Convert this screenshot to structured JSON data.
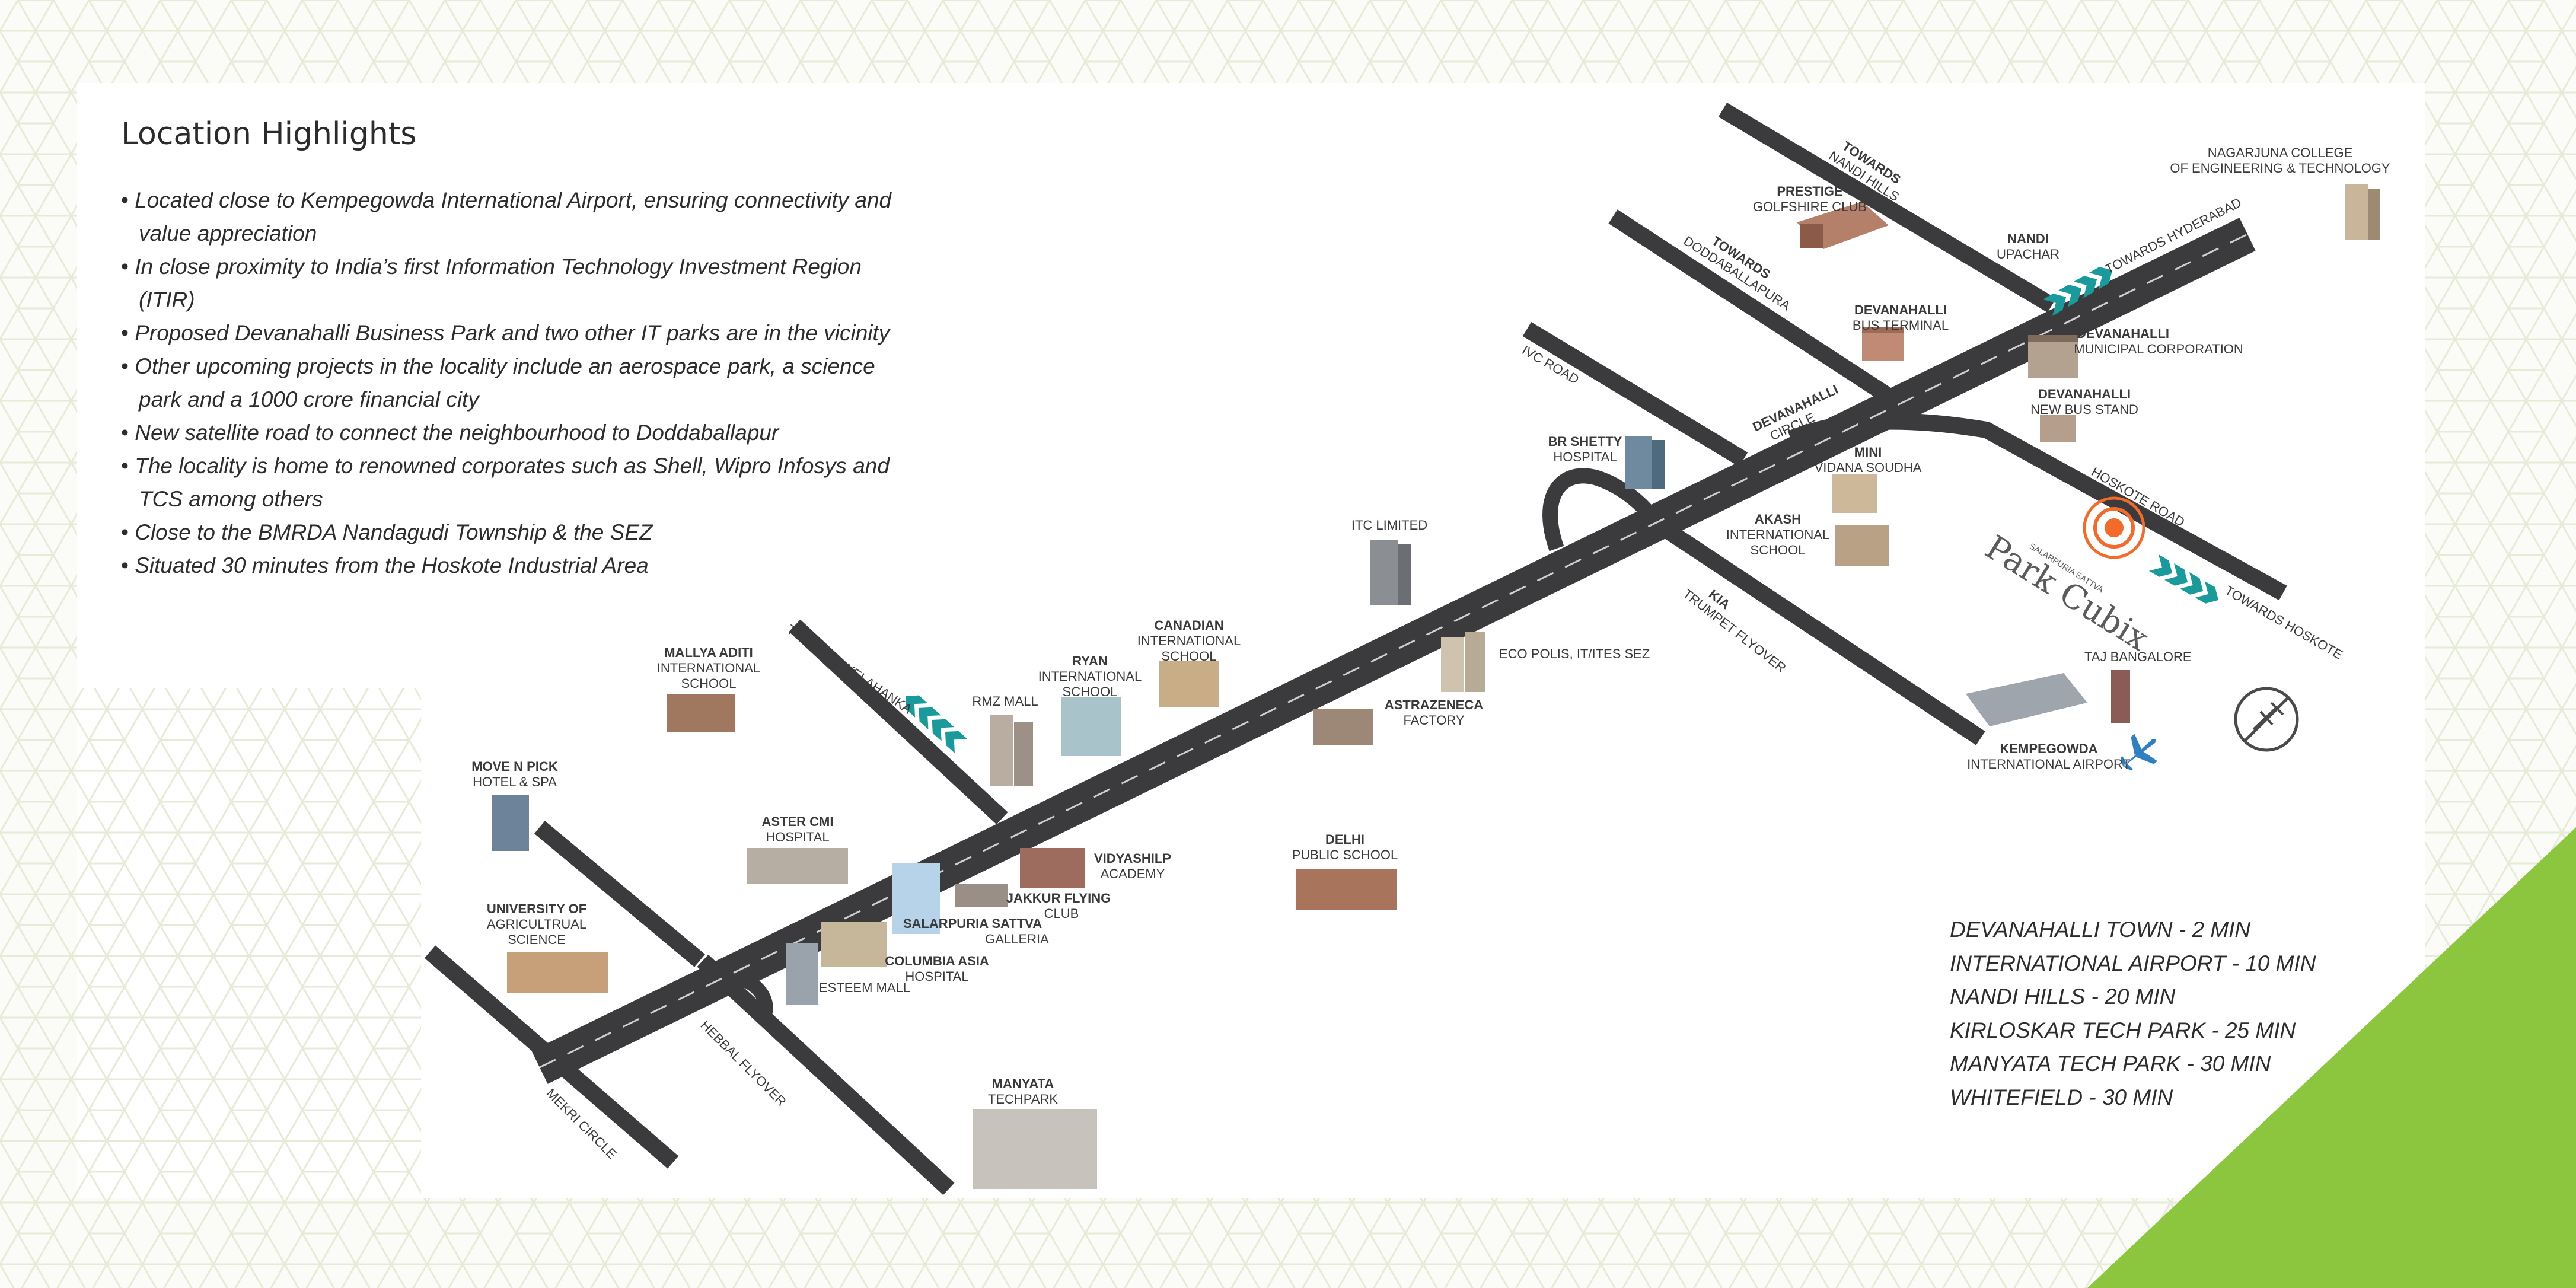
{
  "title": "Location Highlights",
  "highlights": [
    "Located close to Kempegowda International Airport, ensuring connectivity and value appreciation",
    "In close proximity to India’s first Information Technology Investment Region (ITIR)",
    "Proposed Devanahalli Business Park and two other IT parks are in the vicinity",
    "Other upcoming projects in the locality include an aerospace park, a science park and a 1000 crore financial city",
    "New satellite road to connect the neighbourhood to Doddaballapur",
    "The locality is home to renowned corporates such as Shell, Wipro Infosys and TCS among others",
    "Close to the BMRDA Nandagudi Township & the SEZ",
    "Situated 30 minutes from the Hoskote Industrial Area"
  ],
  "travel_times": [
    "DEVANAHALLI TOWN - 2 MIN",
    "INTERNATIONAL AIRPORT - 10 MIN",
    "NANDI HILLS - 20 MIN",
    "KIRLOSKAR TECH PARK - 25 MIN",
    "MANYATA TECH PARK - 30 MIN",
    "WHITEFIELD - 30 MIN"
  ],
  "project": {
    "name": "Park Cubix",
    "developer": "SALARPURIA SATTVA"
  },
  "colors": {
    "road": "#3b3a3c",
    "accent_green": "#8cc63f",
    "arrow_teal": "#1a9a9a",
    "marker_orange": "#f26b2a",
    "airplane_blue": "#2f7fc1",
    "pattern": "#e6ebd8"
  },
  "icons": [
    "airplane-icon",
    "location-marker-icon",
    "no-flying-icon",
    "direction-arrows-icon"
  ],
  "map_labels": {
    "towards_nandi_1": "TOWARDS",
    "towards_nandi_2": "NANDI HILLS",
    "prestige_1": "PRESTIGE",
    "prestige_2": "GOLFSHIRE CLUB",
    "nagarjuna_1": "NAGARJUNA COLLEGE",
    "nagarjuna_2": "OF ENGINEERING & TECHNOLOGY",
    "nandi_upachar_1": "NANDI",
    "nandi_upachar_2": "UPACHAR",
    "towards_hyderabad": "TOWARDS HYDERABAD",
    "towards_dodda_1": "TOWARDS",
    "towards_dodda_2": "DODDABALLAPURA",
    "dev_bus_terminal_1": "DEVANAHALLI",
    "dev_bus_terminal_2": "BUS TERMINAL",
    "dev_municipal_1": "DEVANAHALLI",
    "dev_municipal_2": "MUNICIPAL CORPORATION",
    "ivc_road": "IVC ROAD",
    "dev_circle_1": "DEVANAHALLI",
    "dev_circle_2": "CIRCLE",
    "dev_bus_stand_1": "DEVANAHALLI",
    "dev_bus_stand_2": "NEW BUS STAND",
    "br_shetty_1": "BR SHETTY",
    "br_shetty_2": "HOSPITAL",
    "mini_vidana_1": "MINI",
    "mini_vidana_2": "VIDANA SOUDHA",
    "hoskote_road": "HOSKOTE ROAD",
    "itc": "ITC LIMITED",
    "akash_1": "AKASH",
    "akash_2": "INTERNATIONAL",
    "akash_3": "SCHOOL",
    "kia_1": "KIA",
    "kia_2": "TRUMPET FLYOVER",
    "towards_hoskote": "TOWARDS HOSKOTE",
    "canadian_1": "CANADIAN",
    "canadian_2": "INTERNATIONAL",
    "canadian_3": "SCHOOL",
    "eco_polis": "ECO POLIS, IT/ITES SEZ",
    "taj": "TAJ BANGALORE",
    "mallya_1": "MALLYA ADITI",
    "mallya_2": "INTERNATIONAL",
    "mallya_3": "SCHOOL",
    "towards_yelahanka": "TOWARDS YELAHANKA",
    "ryan_1": "RYAN",
    "ryan_2": "INTERNATIONAL",
    "ryan_3": "SCHOOL",
    "rmz": "RMZ MALL",
    "astrazeneca_1": "ASTRAZENECA",
    "astrazeneca_2": "FACTORY",
    "kempegowda_1": "KEMPEGOWDA",
    "kempegowda_2": "INTERNATIONAL AIRPORT",
    "move_n_pick_1": "MOVE N PICK",
    "move_n_pick_2": "HOTEL & SPA",
    "aster_1": "ASTER CMI",
    "aster_2": "HOSPITAL",
    "vidyashilp_1": "VIDYASHILP",
    "vidyashilp_2": "ACADEMY",
    "delhi_ps_1": "DELHI",
    "delhi_ps_2": "PUBLIC SCHOOL",
    "jakkur_1": "JAKKUR FLYING",
    "jakkur_2": "CLUB",
    "salarpuria_1": "SALARPURIA SATTVA",
    "salarpuria_2": "GALLERIA",
    "university_1": "UNIVERSITY OF",
    "university_2": "AGRICULTRUAL",
    "university_3": "SCIENCE",
    "columbia_1": "COLUMBIA ASIA",
    "columbia_2": "HOSPITAL",
    "esteem": "ESTEEM MALL",
    "hebbal": "HEBBAL FLYOVER",
    "mekri": "MEKRI CIRCLE",
    "manyata_1": "MANYATA",
    "manyata_2": "TECHPARK"
  }
}
